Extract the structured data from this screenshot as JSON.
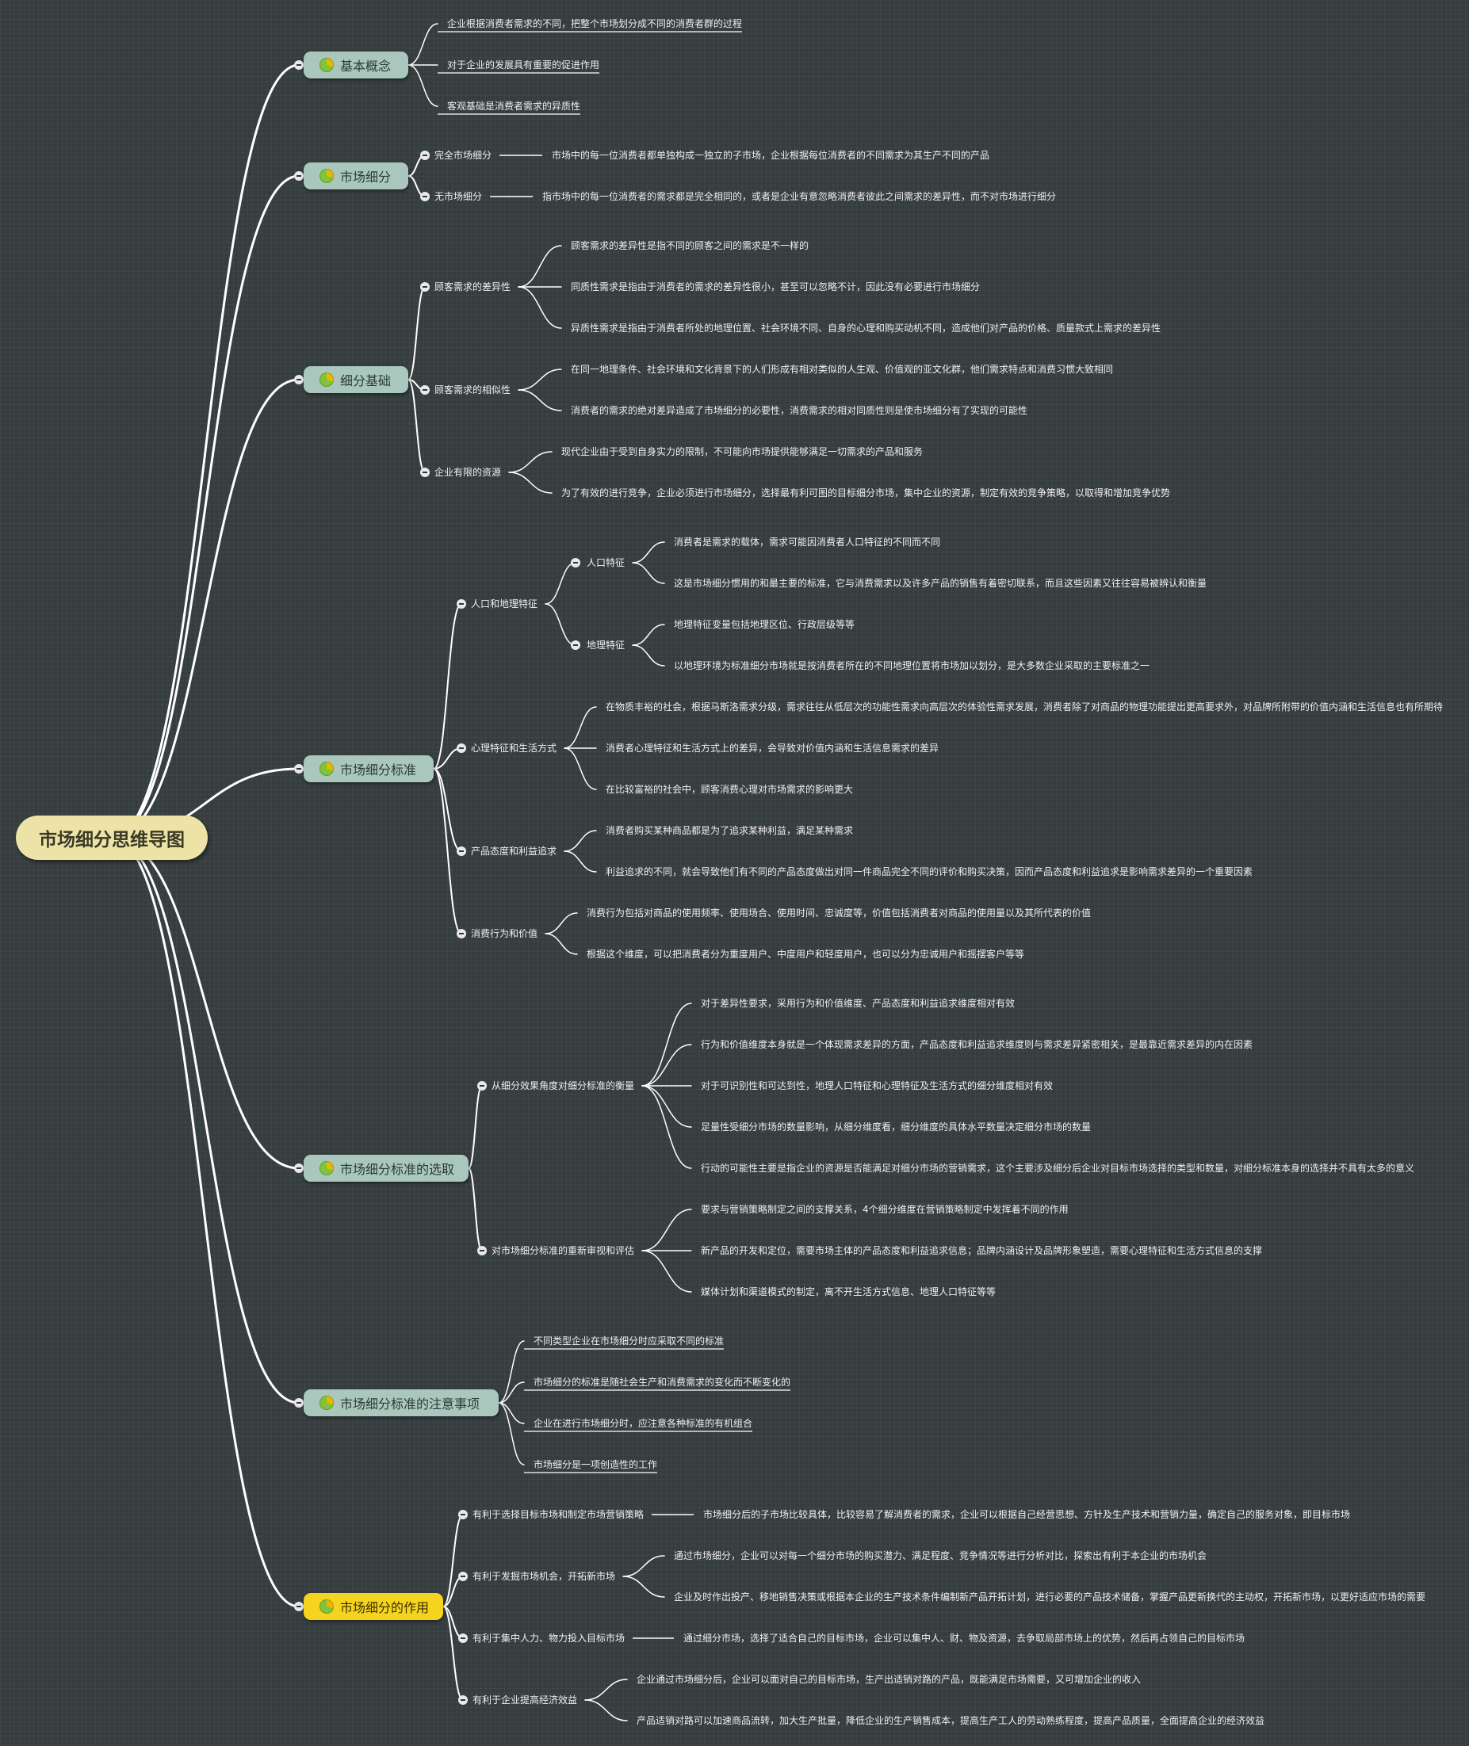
{
  "root": {
    "title": "市场细分思维导图"
  },
  "branches": [
    {
      "label": "基本概念",
      "items": [
        "企业根据消费者需求的不同，把整个市场划分成不同的消费者群的过程",
        "对于企业的发展具有重要的促进作用",
        "客观基础是消费者需求的异质性"
      ]
    },
    {
      "label": "市场细分",
      "groups": [
        {
          "label": "完全市场细分",
          "items": [
            "市场中的每一位消费者都单独构成一独立的子市场，企业根据每位消费者的不同需求为其生产不同的产品"
          ]
        },
        {
          "label": "无市场细分",
          "items": [
            "指市场中的每一位消费者的需求都是完全相同的，或者是企业有意忽略消费者彼此之间需求的差异性，而不对市场进行细分"
          ]
        }
      ]
    },
    {
      "label": "细分基础",
      "groups": [
        {
          "label": "顾客需求的差异性",
          "items": [
            "顾客需求的差异性是指不同的顾客之间的需求是不一样的",
            "同质性需求是指由于消费者的需求的差异性很小，甚至可以忽略不计，因此没有必要进行市场细分",
            "异质性需求是指由于消费者所处的地理位置、社会环境不同、自身的心理和购买动机不同，造成他们对产品的价格、质量款式上需求的差异性"
          ]
        },
        {
          "label": "顾客需求的相似性",
          "items": [
            "在同一地理条件、社会环境和文化背景下的人们形成有相对类似的人生观、价值观的亚文化群，他们需求特点和消费习惯大致相同",
            "消费者的需求的绝对差异造成了市场细分的必要性，消费需求的相对同质性则是使市场细分有了实现的可能性"
          ]
        },
        {
          "label": "企业有限的资源",
          "items": [
            "现代企业由于受到自身实力的限制，不可能向市场提供能够满足一切需求的产品和服务",
            "为了有效的进行竞争，企业必须进行市场细分，选择最有利可图的目标细分市场，集中企业的资源，制定有效的竞争策略，以取得和增加竞争优势"
          ]
        }
      ]
    },
    {
      "label": "市场细分标准",
      "groups": [
        {
          "label": "人口和地理特征",
          "subgroups": [
            {
              "label": "人口特征",
              "items": [
                "消费者是需求的载体，需求可能因消费者人口特征的不同而不同",
                "这是市场细分惯用的和最主要的标准，它与消费需求以及许多产品的销售有着密切联系，而且这些因素又往往容易被辨认和衡量"
              ]
            },
            {
              "label": "地理特征",
              "items": [
                "地理特征变量包括地理区位、行政层级等等",
                "以地理环境为标准细分市场就是按消费者所在的不同地理位置将市场加以划分，是大多数企业采取的主要标准之一"
              ]
            }
          ]
        },
        {
          "label": "心理特征和生活方式",
          "items": [
            "在物质丰裕的社会，根据马斯洛需求分级，需求往往从低层次的功能性需求向高层次的体验性需求发展，消费者除了对商品的物理功能提出更高要求外，对品牌所附带的价值内涵和生活信息也有所期待",
            "消费者心理特征和生活方式上的差异，会导致对价值内涵和生活信息需求的差异",
            "在比较富裕的社会中，顾客消费心理对市场需求的影响更大"
          ]
        },
        {
          "label": "产品态度和利益追求",
          "items": [
            "消费者购买某种商品都是为了追求某种利益，满足某种需求",
            "利益追求的不同，就会导致他们有不同的产品态度做出对同一件商品完全不同的评价和购买决策，因而产品态度和利益追求是影响需求差异的一个重要因素"
          ]
        },
        {
          "label": "消费行为和价值",
          "items": [
            "消费行为包括对商品的使用频率、使用场合、使用时间、忠诚度等，价值包括消费者对商品的使用量以及其所代表的价值",
            "根据这个维度，可以把消费者分为重度用户、中度用户和轻度用户，也可以分为忠诚用户和摇摆客户等等"
          ]
        }
      ]
    },
    {
      "label": "市场细分标准的选取",
      "groups": [
        {
          "label": "从细分效果角度对细分标准的衡量",
          "items": [
            "对于差异性要求，采用行为和价值维度、产品态度和利益追求维度相对有效",
            "行为和价值维度本身就是一个体现需求差异的方面，产品态度和利益追求维度则与需求差异紧密相关，是最靠近需求差异的内在因素",
            "对于可识别性和可达到性，地理人口特征和心理特征及生活方式的细分维度相对有效",
            "足量性受细分市场的数量影响，从细分维度看，细分维度的具体水平数量决定细分市场的数量",
            "行动的可能性主要是指企业的资源是否能满足对细分市场的营销需求，这个主要涉及细分后企业对目标市场选择的类型和数量，对细分标准本身的选择并不具有太多的意义"
          ]
        },
        {
          "label": "对市场细分标准的重新审视和评估",
          "items": [
            "要求与营销策略制定之间的支撑关系，4个细分维度在营销策略制定中发挥着不同的作用",
            "新产品的开发和定位，需要市场主体的产品态度和利益追求信息；品牌内涵设计及品牌形象塑造，需要心理特征和生活方式信息的支撑",
            "媒体计划和渠道模式的制定，离不开生活方式信息、地理人口特征等等"
          ]
        }
      ]
    },
    {
      "label": "市场细分标准的注意事项",
      "items": [
        "不同类型企业在市场细分时应采取不同的标准",
        "市场细分的标准是随社会生产和消费需求的变化而不断变化的",
        "企业在进行市场细分时，应注意各种标准的有机组合",
        "市场细分是一项创造性的工作"
      ]
    },
    {
      "label": "市场细分的作用",
      "groups": [
        {
          "label": "有利于选择目标市场和制定市场营销策略",
          "items": [
            "市场细分后的子市场比较具体，比较容易了解消费者的需求，企业可以根据自己经营思想、方针及生产技术和营销力量，确定自己的服务对象，即目标市场"
          ]
        },
        {
          "label": "有利于发掘市场机会，开拓新市场",
          "items": [
            "通过市场细分，企业可以对每一个细分市场的购买潜力、满足程度、竞争情况等进行分析对比，探索出有利于本企业的市场机会",
            "企业及时作出投产、移地销售决策或根据本企业的生产技术条件编制新产品开拓计划，进行必要的产品技术储备，掌握产品更新换代的主动权，开拓新市场，以更好适应市场的需要"
          ]
        },
        {
          "label": "有利于集中人力、物力投入目标市场",
          "items": [
            "通过细分市场，选择了适合自己的目标市场，企业可以集中人、财、物及资源，去争取局部市场上的优势，然后再占领自己的目标市场"
          ]
        },
        {
          "label": "有利于企业提高经济效益",
          "items": [
            "企业通过市场细分后，企业可以面对自己的目标市场，生产出适销对路的产品，既能满足市场需要，又可增加企业的收入",
            "产品适销对路可以加速商品流转，加大生产批量，降低企业的生产销售成本，提高生产工人的劳动熟练程度，提高产品质量，全面提高企业的经济效益"
          ]
        }
      ]
    }
  ]
}
